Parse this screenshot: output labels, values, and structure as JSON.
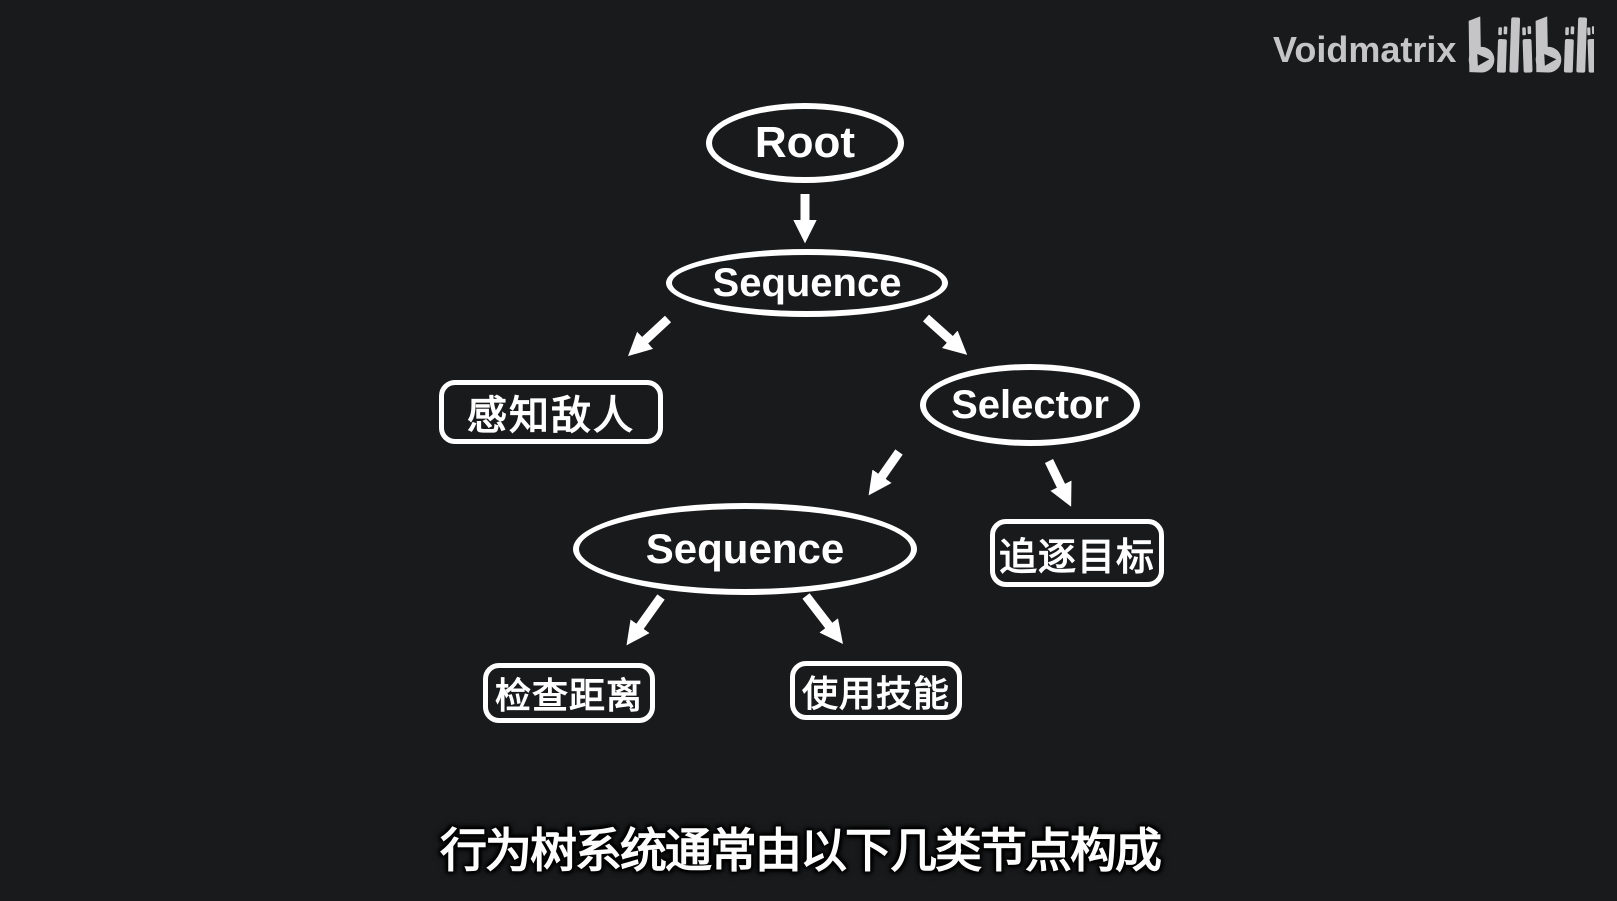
{
  "watermark": {
    "author": "Voidmatrix",
    "platform_logo": "bilibili"
  },
  "subtitle": "行为树系统通常由以下几类节点构成",
  "colors": {
    "background": "#191a1c",
    "node_stroke": "#ffffff",
    "node_text": "#ffffff",
    "watermark_gray": "#c5c5c7",
    "subtitle_text": "#fdfdfd"
  },
  "tree": {
    "nodes": [
      {
        "id": "root",
        "label": "Root",
        "shape": "ellipse"
      },
      {
        "id": "sequence-1",
        "label": "Sequence",
        "shape": "ellipse"
      },
      {
        "id": "perceive-enemy",
        "label": "感知敌人",
        "shape": "rounded-rect"
      },
      {
        "id": "selector",
        "label": "Selector",
        "shape": "ellipse"
      },
      {
        "id": "sequence-2",
        "label": "Sequence",
        "shape": "ellipse"
      },
      {
        "id": "chase-target",
        "label": "追逐目标",
        "shape": "rounded-rect"
      },
      {
        "id": "check-distance",
        "label": "检查距离",
        "shape": "rounded-rect"
      },
      {
        "id": "use-skill",
        "label": "使用技能",
        "shape": "rounded-rect"
      }
    ],
    "edges": [
      {
        "from": "root",
        "to": "sequence-1"
      },
      {
        "from": "sequence-1",
        "to": "perceive-enemy"
      },
      {
        "from": "sequence-1",
        "to": "selector"
      },
      {
        "from": "selector",
        "to": "sequence-2"
      },
      {
        "from": "selector",
        "to": "chase-target"
      },
      {
        "from": "sequence-2",
        "to": "check-distance"
      },
      {
        "from": "sequence-2",
        "to": "use-skill"
      }
    ]
  }
}
